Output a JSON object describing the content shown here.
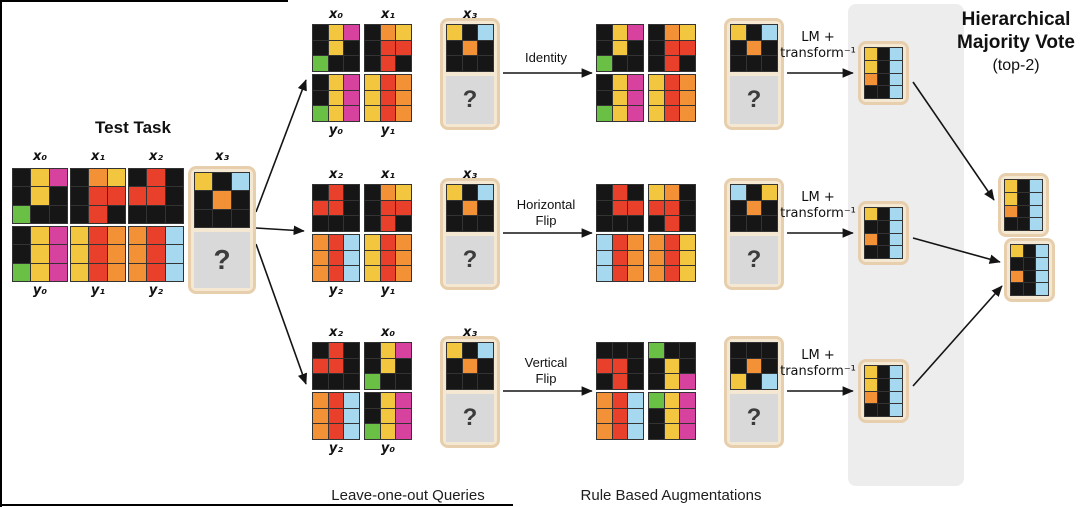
{
  "colors": {
    "K": "#161616",
    "Y": "#f3c63f",
    "G": "#6abf45",
    "M": "#d8429f",
    "R": "#e8402a",
    "O": "#f29135",
    "B": "#a6d9f0"
  },
  "question_mark": "?",
  "titles": {
    "test_task": "Test Task",
    "hmv1": "Hierarchical",
    "hmv2": "Majority Vote",
    "hmv3": "(top-2)"
  },
  "captions": {
    "queries": "Leave-one-out Queries",
    "augmentations": "Rule Based Augmentations"
  },
  "lm": {
    "line1": "LM +",
    "line2": "transform⁻¹"
  },
  "test_task": {
    "x_labels": [
      "x₀",
      "x₁",
      "x₂"
    ],
    "query_label": "x₃",
    "y_labels": [
      "y₀",
      "y₁",
      "y₂"
    ],
    "x": [
      "x0",
      "x1",
      "x2"
    ],
    "y": [
      "y0",
      "y1",
      "y2"
    ],
    "query": "x3"
  },
  "queries": [
    {
      "top_labels": [
        "x₀",
        "x₁"
      ],
      "bottom_labels": [
        "y₀",
        "y₁"
      ],
      "query_label": "x₃",
      "top": [
        "x0",
        "x1"
      ],
      "bottom": [
        "y0",
        "y1"
      ],
      "query": "x3",
      "transform": "identity",
      "transform_label": {
        "line1": "Identity",
        "line2": ""
      }
    },
    {
      "top_labels": [
        "x₂",
        "x₁"
      ],
      "bottom_labels": [
        "y₂",
        "y₁"
      ],
      "query_label": "x₃",
      "top": [
        "x2",
        "x1"
      ],
      "bottom": [
        "y2",
        "y1"
      ],
      "query": "x3",
      "transform": "hflip",
      "transform_label": {
        "line1": "Horizontal",
        "line2": "Flip"
      }
    },
    {
      "top_labels": [
        "x₂",
        "x₀"
      ],
      "bottom_labels": [
        "y₂",
        "y₀"
      ],
      "query_label": "x₃",
      "top": [
        "x2",
        "x0"
      ],
      "bottom": [
        "y2",
        "y0"
      ],
      "query": "x3",
      "transform": "vflip",
      "transform_label": {
        "line1": "Vertical",
        "line2": "Flip"
      }
    }
  ],
  "candidates": [
    "c1",
    "c2",
    "c3"
  ],
  "finals": [
    "f1",
    "f2"
  ],
  "grids": {
    "x0": [
      [
        "K",
        "Y",
        "M"
      ],
      [
        "K",
        "Y",
        "K"
      ],
      [
        "G",
        "K",
        "K"
      ]
    ],
    "x1": [
      [
        "K",
        "O",
        "Y"
      ],
      [
        "K",
        "R",
        "R"
      ],
      [
        "K",
        "R",
        "K"
      ]
    ],
    "x2": [
      [
        "K",
        "R",
        "K"
      ],
      [
        "R",
        "R",
        "K"
      ],
      [
        "K",
        "K",
        "K"
      ]
    ],
    "x3": [
      [
        "Y",
        "K",
        "B"
      ],
      [
        "K",
        "O",
        "K"
      ],
      [
        "K",
        "K",
        "K"
      ]
    ],
    "y0": [
      [
        "K",
        "Y",
        "M"
      ],
      [
        "K",
        "Y",
        "M"
      ],
      [
        "G",
        "Y",
        "M"
      ]
    ],
    "y1": [
      [
        "Y",
        "R",
        "O"
      ],
      [
        "Y",
        "R",
        "O"
      ],
      [
        "Y",
        "R",
        "O"
      ]
    ],
    "y2": [
      [
        "O",
        "R",
        "B"
      ],
      [
        "O",
        "R",
        "B"
      ],
      [
        "O",
        "R",
        "B"
      ]
    ],
    "c1": [
      [
        "Y",
        "K",
        "B"
      ],
      [
        "Y",
        "K",
        "B"
      ],
      [
        "O",
        "K",
        "B"
      ],
      [
        "K",
        "K",
        "B"
      ]
    ],
    "c2": [
      [
        "Y",
        "K",
        "B"
      ],
      [
        "K",
        "K",
        "B"
      ],
      [
        "O",
        "K",
        "B"
      ],
      [
        "K",
        "K",
        "B"
      ]
    ],
    "c3": [
      [
        "Y",
        "K",
        "B"
      ],
      [
        "Y",
        "K",
        "B"
      ],
      [
        "O",
        "K",
        "B"
      ],
      [
        "K",
        "K",
        "B"
      ]
    ],
    "f1": [
      [
        "Y",
        "K",
        "B"
      ],
      [
        "Y",
        "K",
        "B"
      ],
      [
        "O",
        "K",
        "B"
      ],
      [
        "K",
        "K",
        "B"
      ]
    ],
    "f2": [
      [
        "Y",
        "K",
        "B"
      ],
      [
        "K",
        "K",
        "B"
      ],
      [
        "O",
        "K",
        "B"
      ],
      [
        "K",
        "K",
        "B"
      ]
    ]
  }
}
